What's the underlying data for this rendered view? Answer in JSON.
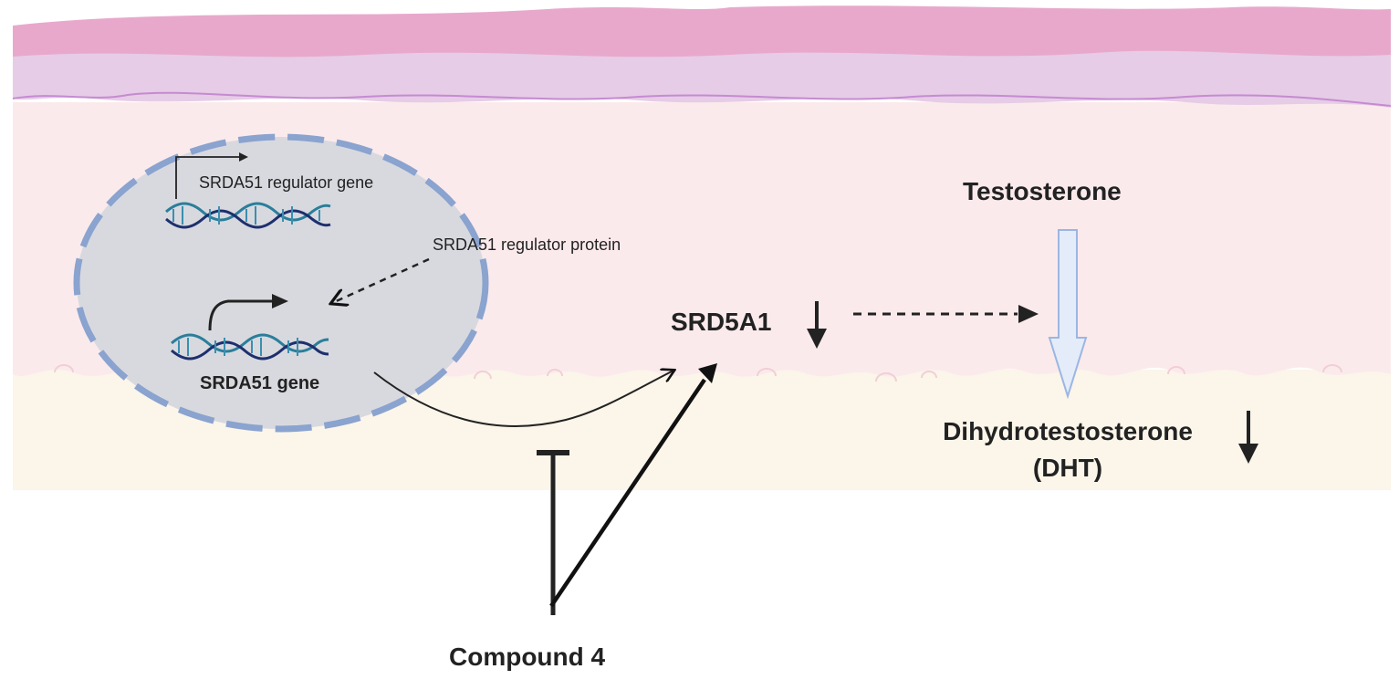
{
  "labels": {
    "regulator_gene": "SRDA51 regulator gene",
    "regulator_protein": "SRDA51 regulator protein",
    "gene": "SRDA51 gene",
    "enzyme": "SRD5A1",
    "testosterone": "Testosterone",
    "dht_line1": "Dihydrotestosterone",
    "dht_line2": "(DHT)",
    "compound": "Compound 4"
  },
  "colors": {
    "epidermis_top": "#e8a8cc",
    "epidermis_band": "#e6cce6",
    "dermis": "#fbeaec",
    "hypodermis": "#fbf5ea",
    "nucleus_fill": "#d8d9df",
    "nucleus_border": "#8aa3cf",
    "dna_strand_a": "#2a7e9a",
    "dna_strand_b": "#1e2f6e",
    "conversion_arrow_fill": "#e4ecfa",
    "conversion_arrow_stroke": "#9bb6e2",
    "arrow": "#111111"
  },
  "icons": [
    "dna-helix-icon",
    "transcription-start-arrow-icon",
    "down-arrow-icon",
    "inhibition-bar-icon"
  ]
}
